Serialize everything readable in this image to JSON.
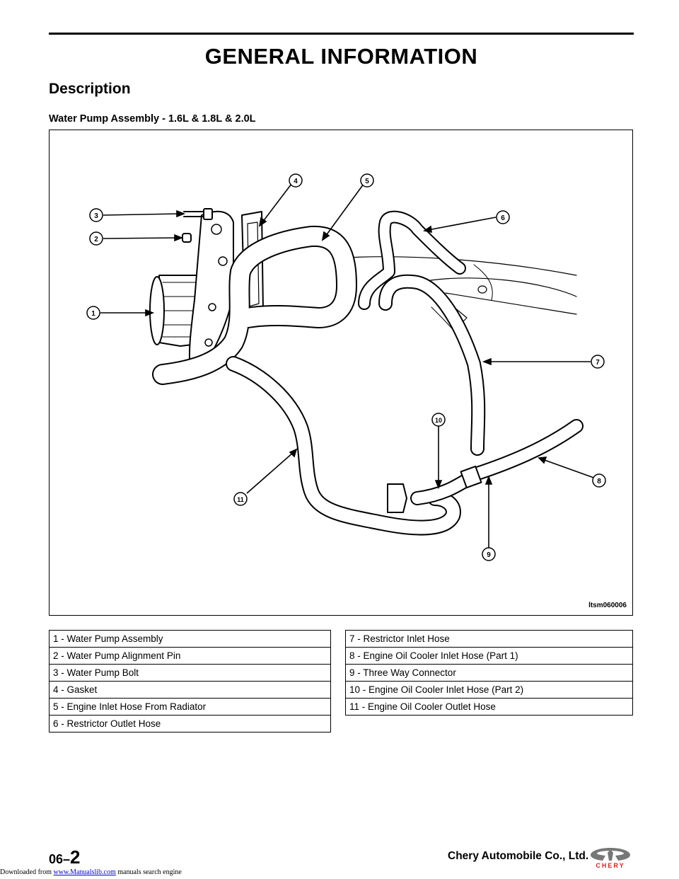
{
  "page": {
    "title": "GENERAL INFORMATION",
    "section": "Description",
    "subsection": "Water Pump Assembly - 1.6L & 1.8L & 2.0L"
  },
  "figure": {
    "code": "ltsm060006",
    "callouts": [
      "1",
      "2",
      "3",
      "4",
      "5",
      "6",
      "7",
      "8",
      "9",
      "10",
      "11"
    ]
  },
  "legend": {
    "left": [
      "1 - Water Pump Assembly",
      "2 - Water Pump Alignment Pin",
      "3 - Water Pump Bolt",
      "4 - Gasket",
      "5 - Engine Inlet Hose From Radiator",
      "6 - Restrictor Outlet Hose"
    ],
    "right": [
      "7 - Restrictor Inlet Hose",
      "8 - Engine Oil Cooler Inlet Hose (Part 1)",
      "9 - Three Way Connector",
      "10 - Engine Oil Cooler Inlet Hose (Part 2)",
      "11 - Engine Oil Cooler Outlet Hose"
    ]
  },
  "footer": {
    "section_number": "06–",
    "page_number": "2",
    "company": "Chery Automobile Co., Ltd.",
    "logo_text": "CHERY",
    "download_prefix": "Downloaded from ",
    "download_link": "www.Manualslib.com",
    "download_suffix": " manuals search engine"
  }
}
